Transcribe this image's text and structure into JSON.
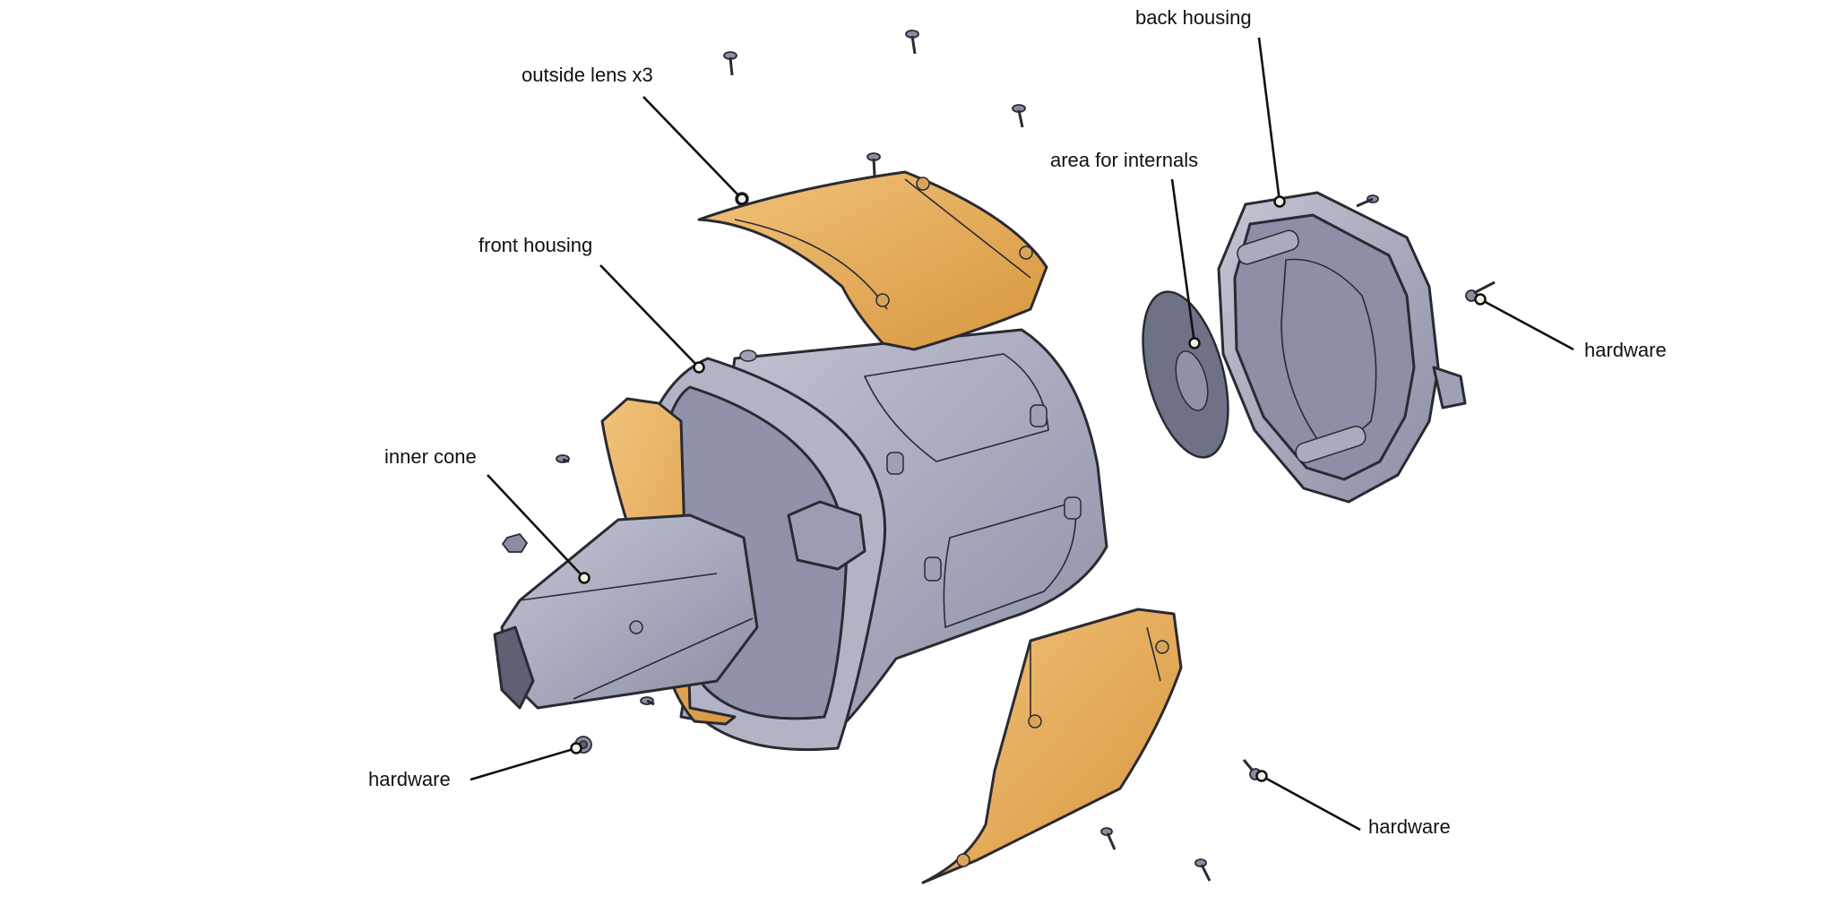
{
  "diagram": {
    "labels": {
      "outside_lens": "outside lens x3",
      "back_housing": "back housing",
      "area_internals": "area for internals",
      "front_housing": "front housing",
      "inner_cone": "inner cone",
      "hardware_right": "hardware",
      "hardware_bottom_left": "hardware",
      "hardware_bottom_right": "hardware"
    },
    "colors": {
      "housing": "#a2a5ba",
      "housing_dark": "#7e8197",
      "housing_light": "#c3c5d4",
      "lens": "#e4ad5d",
      "lens_dark": "#c98f3e",
      "outline": "#2a2a33",
      "leader": "#111111"
    }
  }
}
